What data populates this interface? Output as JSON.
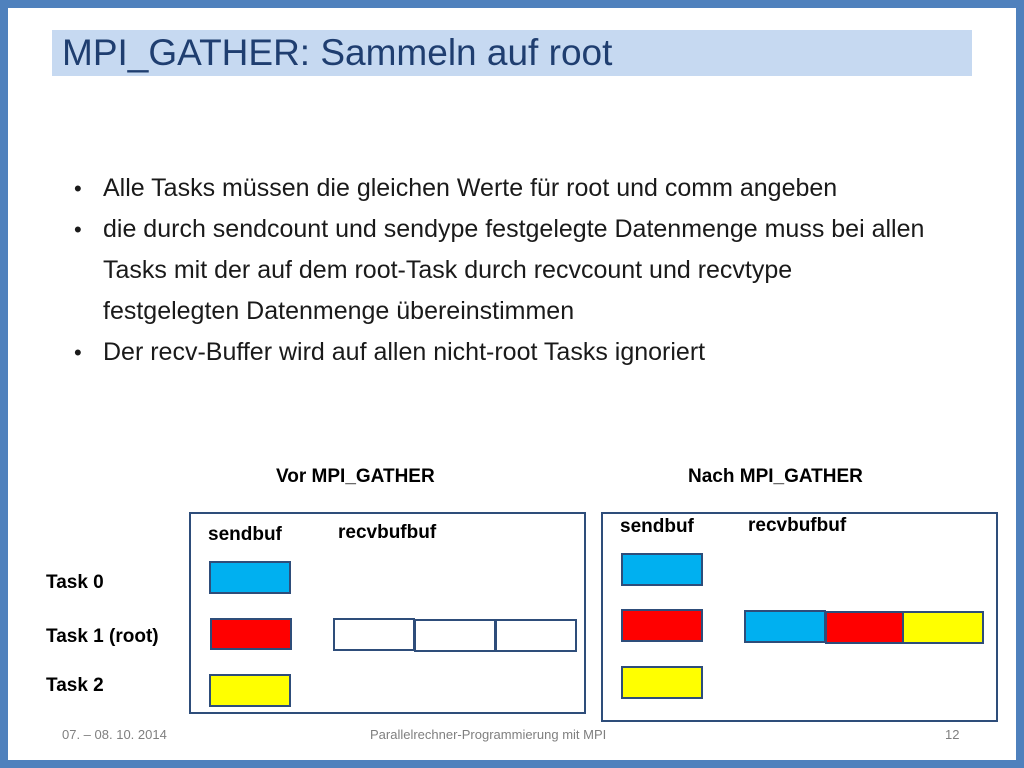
{
  "title": "MPI_GATHER: Sammeln auf root",
  "bullets": [
    "Alle Tasks müssen die gleichen Werte für root und comm angeben",
    "die durch sendcount und sendype festgelegte Datenmenge muss bei allen Tasks mit der auf dem root-Task durch recvcount und recvtype festgelegten Datenmenge übereinstimmen",
    "Der recv-Buffer wird auf allen nicht-root Tasks ignoriert"
  ],
  "diagram": {
    "before_label": "Vor MPI_GATHER",
    "after_label": "Nach MPI_GATHER",
    "sendbuf_label": "sendbuf",
    "recvbuf_label": "recvbufbuf",
    "tasks": [
      "Task 0",
      "Task 1 (root)",
      "Task 2"
    ],
    "colors": {
      "task0": "#00b0f0",
      "task1": "#ff0000",
      "task2": "#ffff00",
      "empty": "#ffffff",
      "border": "#2e4d7a"
    }
  },
  "footer": {
    "date": "07. – 08. 10. 2014",
    "course": "Parallelrechner-Programmierung mit MPI",
    "page": "12"
  }
}
